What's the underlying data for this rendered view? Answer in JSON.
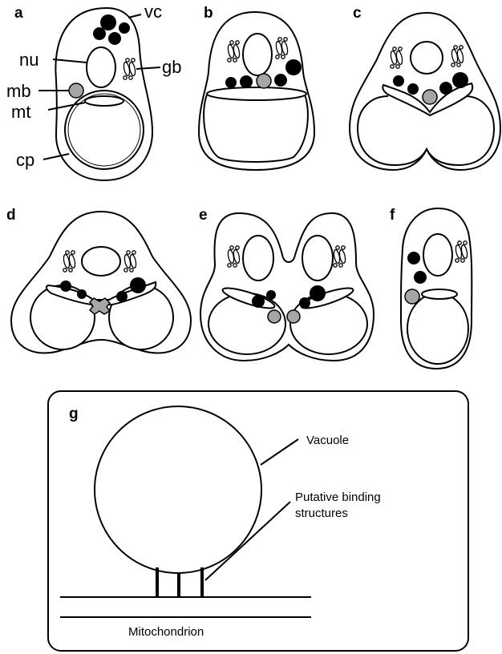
{
  "panels": {
    "a": "a",
    "b": "b",
    "c": "c",
    "d": "d",
    "e": "e",
    "f": "f",
    "g": "g"
  },
  "labels_a": {
    "vc": "vc",
    "nu": "nu",
    "gb": "gb",
    "mb": "mb",
    "mt": "mt",
    "cp": "cp"
  },
  "panel_g": {
    "vacuole": "Vacuole",
    "binding_line1": "Putative binding",
    "binding_line2": "structures",
    "mitochondrion": "Mitochondrion"
  },
  "colors": {
    "vacuole_dots": "#000000",
    "microbody": "#a6a6a6",
    "outline": "#000000"
  }
}
